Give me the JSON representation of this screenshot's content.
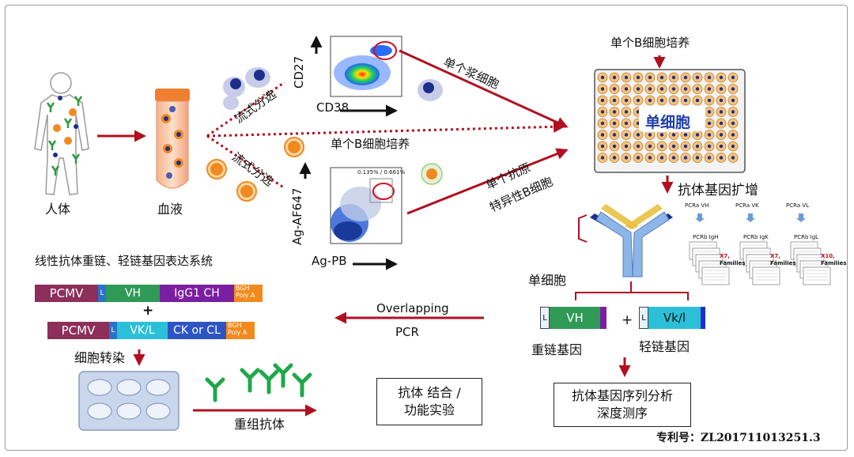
{
  "patent": "专利号：ZL201711013251.3",
  "source": {
    "human": "人体",
    "blood": "血液",
    "flow_sort_1": "流式分选",
    "flow_sort_2": "流式分选"
  },
  "flow_top": {
    "y_axis": "CD27",
    "x_axis": "CD38"
  },
  "flow_bottom": {
    "y_axis": "Ag-AF647",
    "x_axis": "Ag-PB",
    "gate_label": "0.135% / 0.661%"
  },
  "paths": {
    "plasma_cell": "单个浆细胞",
    "b_cell_culture_mid": "单个B细胞培养",
    "antigen_line1": "单个抗原",
    "antigen_line2": "特异性B细胞"
  },
  "plate": {
    "title": "单个B细胞培养",
    "center": "单细胞"
  },
  "amplify": "抗体基因扩增",
  "pcr_panels": [
    {
      "top": "PCRa VH",
      "bottom": "PCRb IgH",
      "count": "X7,",
      "families": "Families"
    },
    {
      "top": "PCRa VK",
      "bottom": "PCRb IgK",
      "count": "X7,",
      "families": "Families"
    },
    {
      "top": "PCRa VL",
      "bottom": "PCRb IgL",
      "count": "X10,",
      "families": "Families"
    }
  ],
  "single_cell": "单细胞",
  "genes": {
    "heavy_segment": "VH",
    "light_segment": "Vk/l",
    "plus": "+",
    "heavy": "重链基因",
    "light": "轻链基因",
    "heavy_l": "L",
    "light_l": "L"
  },
  "sequencing": {
    "line1": "抗体基因序列分析",
    "line2": "深度测序"
  },
  "overlap": {
    "line1": "Overlapping",
    "line2": "PCR"
  },
  "expression": {
    "title": "线性抗体重链、轻链基因表达系统",
    "row1": [
      "PCMV",
      "L",
      "VH",
      "IgG1 CH",
      "BGH Poly A"
    ],
    "plus": "+",
    "row2": [
      "PCMV",
      "L",
      "VK/L",
      "CK or CL",
      "BGH Poly A"
    ]
  },
  "transfection": "细胞转染",
  "recombinant": "重组抗体",
  "binding": {
    "line1": "抗体 结合 /",
    "line2": "功能实验"
  },
  "colors": {
    "arrow": "#b01020",
    "pcmv": "#8c2f5a",
    "vh": "#2f9a56",
    "igg": "#7b1fa2",
    "bgh": "#f28a1e",
    "l_seg": "#2a72c8",
    "vkl": "#2cc0d8",
    "cl": "#2d55c2"
  }
}
